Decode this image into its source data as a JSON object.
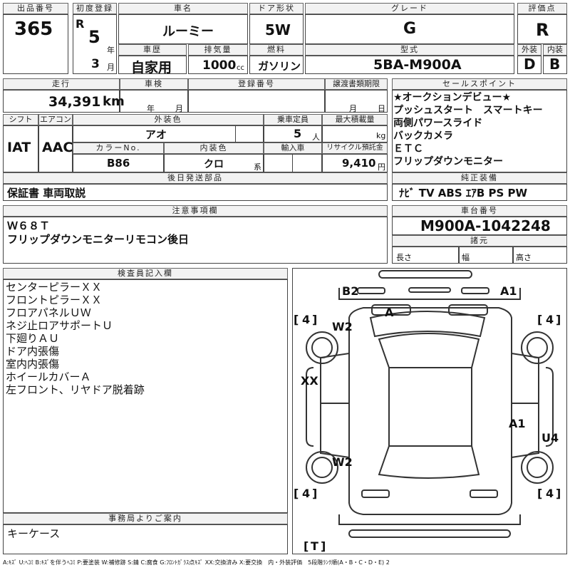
{
  "headers": {
    "lot": "出品番号",
    "first_reg": "初度登録",
    "car_name": "車名",
    "door": "ドア形状",
    "grade": "グレード",
    "score": "評価点",
    "history": "車歴",
    "displacement": "排気量",
    "fuel": "燃料",
    "model": "型式",
    "exterior": "外装",
    "interior": "内装",
    "mileage": "走行",
    "inspection": "車検",
    "reg_no": "登録番号",
    "transfer_doc": "譲渡書類期限",
    "sales_point": "セールスポイント",
    "shift": "シフト",
    "aircon": "エアコン",
    "ext_color": "外装色",
    "capacity": "乗車定員",
    "max_load": "最大積載量",
    "color_no": "カラーNo.",
    "int_color": "内装色",
    "import": "輸入車",
    "recycle": "リサイクル預託金",
    "parts_after": "後日発送部品",
    "genuine": "純正装備",
    "notes": "注意事項欄",
    "chassis": "車台番号",
    "specs": "諸元",
    "inspector": "検査員記入欄",
    "office": "事務局よりご案内"
  },
  "values": {
    "lot": "365",
    "era": "R",
    "year": "5",
    "year_unit": "年",
    "month": "3",
    "month_unit": "月",
    "car_name": "ルーミー",
    "door": "5W",
    "grade": "G",
    "score": "R",
    "history": "自家用",
    "displacement": "1000",
    "disp_unit": "cc",
    "fuel": "ガソリン",
    "model": "5BA-M900A",
    "exterior": "D",
    "interior": "B",
    "mileage": "34,391",
    "mileage_unit": "km",
    "insp_year": "年",
    "insp_month": "月",
    "doc_month": "月",
    "doc_day": "日",
    "shift": "IAT",
    "aircon": "AAC",
    "ext_color": "アオ",
    "capacity": "5",
    "cap_unit": "人",
    "load_unit": "kg",
    "color_no": "B86",
    "int_color": "クロ",
    "int_suffix": "系",
    "recycle": "9,410",
    "recycle_unit": "円",
    "parts_after": "保証書 車両取説",
    "genuine": "ﾅﾋﾞ TV ABS ｴｱB PS PW",
    "chassis": "M900A-1042248",
    "len": "長さ",
    "wid": "幅",
    "hei": "高さ"
  },
  "sales_points": [
    "★オークションデビュー★",
    "プッシュスタート　スマートキー",
    "両側パワースライド",
    "バックカメラ",
    "ＥＴＣ",
    "フリップダウンモニター"
  ],
  "notes_lines": [
    "Ｗ６８Ｔ",
    "フリップダウンモニターリモコン後日"
  ],
  "inspector_lines": [
    "センターピラーＸＸ",
    "フロントピラーＸＸ",
    "フロアパネルＵＷ",
    "ネジ止ロアサポートＵ",
    "下廻りＡＵ",
    "ドア内張傷",
    "室内内張傷",
    "ホイールカバーＡ",
    "左フロント、リヤドア脱着跡"
  ],
  "office_text": "キーケース",
  "diagram": {
    "marks": {
      "b2": "B2",
      "a1_front": "A1",
      "a_wind": "A",
      "w2_front": "W2",
      "xx": "XX",
      "a1_rear": "A1",
      "u4": "U4",
      "w2_rear": "W2"
    },
    "tires": {
      "fl": "4",
      "fr": "4",
      "rl": "4",
      "rr": "4",
      "spare": "T"
    },
    "bracket_l": "[",
    "bracket_r": "]"
  },
  "legend": "A:ｷｽﾞ U:ﾍｺﾐ B:ｷｽﾞを伴うﾍｺﾐ P:要塗装 W:補修跡 S:錆 C:腐食 G:ﾌﾛﾝﾄｶﾞﾗｽ点ｷｽﾞ XX:交換済み X:要交換　内・外装評価　5段階ﾗﾝｸ順(A・B・C・D・E) 2"
}
